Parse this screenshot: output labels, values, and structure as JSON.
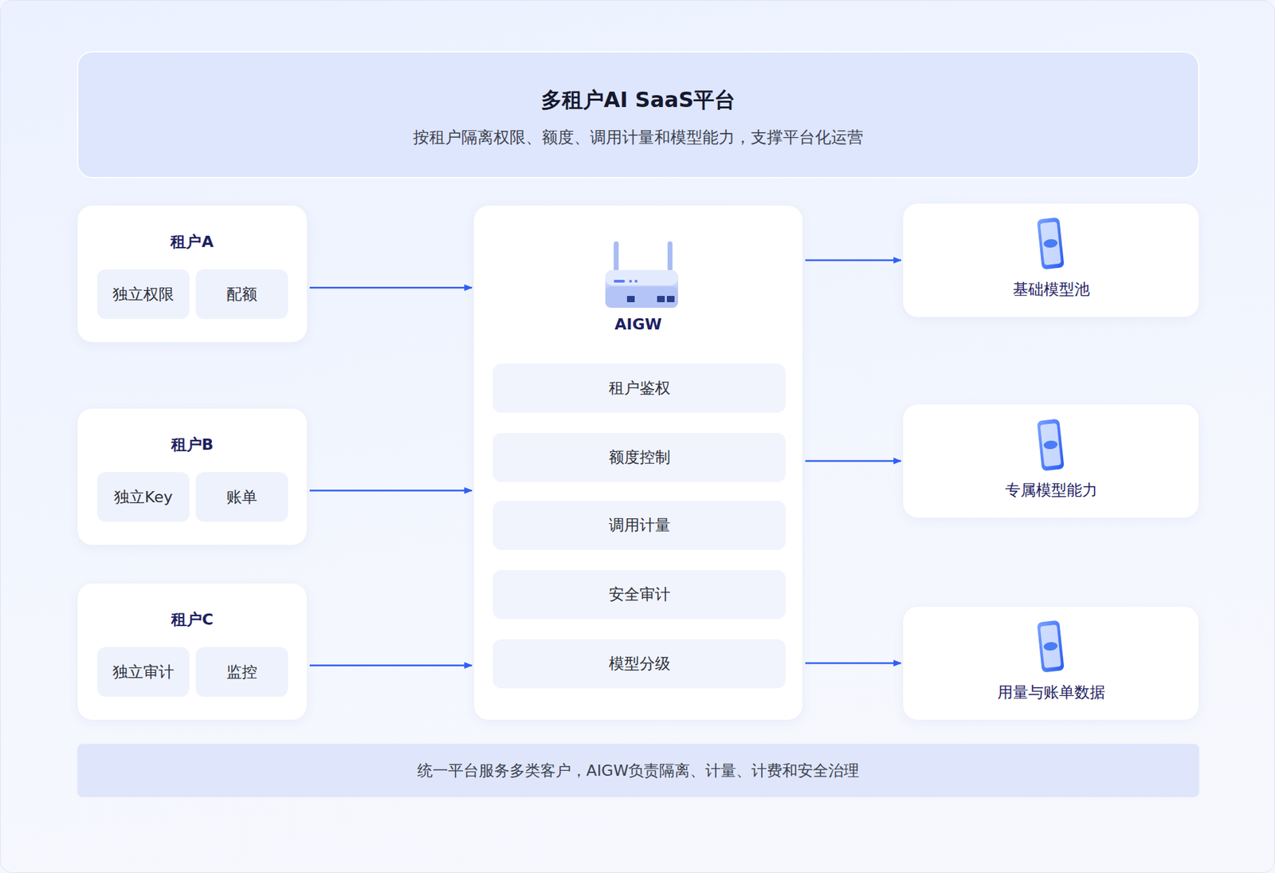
{
  "diagram": {
    "nodes": [
      {
        "text": [
          "多租户AI SaaS平台",
          "按租户隔离权限、额度、调用计量和模型能力，支撑平台化运营"
        ]
      },
      {
        "text": [
          "租户A"
        ]
      },
      {
        "text": [
          "独立权限"
        ],
        "in": 1
      },
      {
        "text": [
          "配额"
        ],
        "in": 1
      },
      {
        "text": [
          "租户B"
        ]
      },
      {
        "text": [
          "独立Key"
        ],
        "in": 4
      },
      {
        "text": [
          "账单"
        ],
        "in": 4
      },
      {
        "text": [
          "租户C"
        ]
      },
      {
        "text": [
          "独立审计"
        ],
        "in": 7
      },
      {
        "text": [
          "监控"
        ],
        "in": 7
      },
      {
        "text": [
          "AIGW"
        ]
      },
      {
        "text": [
          "租户鉴权"
        ],
        "in": 10
      },
      {
        "text": [
          "额度控制"
        ],
        "in": 10
      },
      {
        "text": [
          "调用计量"
        ],
        "in": 10
      },
      {
        "text": [
          "安全审计"
        ],
        "in": 10
      },
      {
        "text": [
          "模型分级"
        ],
        "in": 10
      },
      {
        "text": [
          "基础模型池"
        ]
      },
      {
        "text": [
          "专属模型能力"
        ]
      },
      {
        "text": [
          "用量与账单数据"
        ]
      },
      {
        "text": [
          "统一平台服务多类客户，AIGW负责隔离、计量、计费和安全治理"
        ]
      }
    ],
    "edges": [
      {
        "from": 1,
        "to": 10,
        "arrow": "to"
      },
      {
        "from": 4,
        "to": 10,
        "arrow": "to"
      },
      {
        "from": 7,
        "to": 10,
        "arrow": "to"
      },
      {
        "from": 10,
        "to": 16,
        "arrow": "to"
      },
      {
        "from": 10,
        "to": 17,
        "arrow": "to"
      },
      {
        "from": 10,
        "to": 18,
        "arrow": "to"
      }
    ]
  }
}
